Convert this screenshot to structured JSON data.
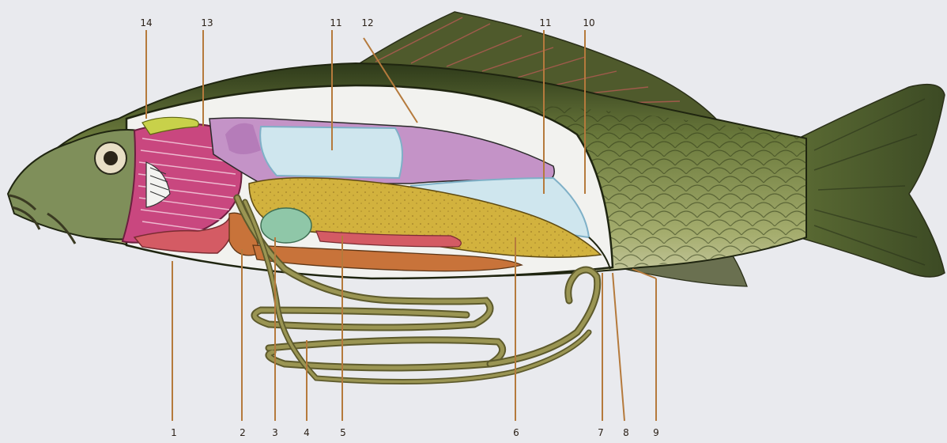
{
  "figure": {
    "labels_top": [
      "14",
      "13",
      "11",
      "12",
      "11",
      "10"
    ],
    "labels_bottom": [
      "1",
      "2",
      "3",
      "4",
      "5",
      "6",
      "7",
      "8",
      "9"
    ]
  },
  "colors": {
    "paper": "#e9eaee",
    "body": "#6e7c42",
    "gill": "#c9477f",
    "swim_bladder": "#cfe6ee",
    "liver": "#d2b23e",
    "intestine": "#7f7a3f",
    "kidney": "#c1507a",
    "spleen": "#c8733a",
    "heart": "#d45b64",
    "gall": "#8fc7a8",
    "leader_line": "#b57a3c"
  }
}
